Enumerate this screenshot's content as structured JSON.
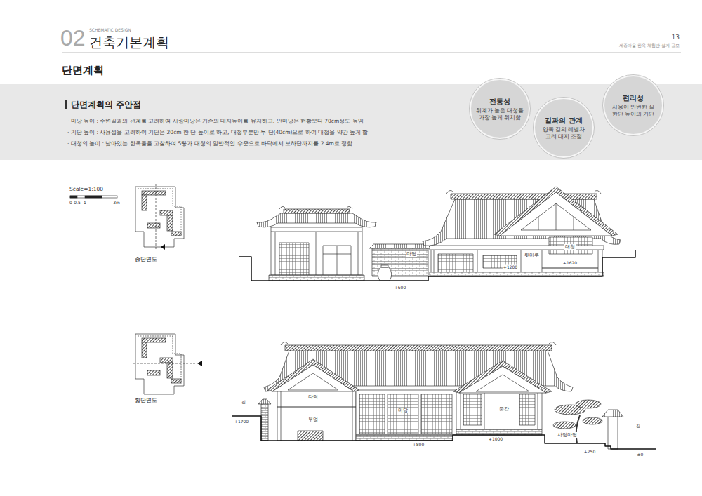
{
  "diagram": {
    "title": "건축기본계획",
    "nodes": [
      {
        "text": [
          "단면계획의 주안점",
          "· 마당 높이 : 주변길과의 관계를 고려하여 사랑마당은 기존의 대지높이를 유지하고, 안마당은 현황보다 70cm정도 높임",
          "· 기단 높이 : 사용성을 고려하여 기단은 20cm 한 단 높이로 하고, 대청부분만 두 단(40cm)으로 하여 대청을 약간 높게 함",
          "· 대청의 높이 : 남아있는 한옥들을 고찰하여 5량가 대청의 일반적인 수준으로 바닥에서 보하단까지를 2.4m로 정함"
        ]
      },
      {
        "text": [
          "전통성",
          "위계가 높은 대청을 가장 높게 위치함"
        ],
        "in": 0
      },
      {
        "text": [
          "길과의 관계",
          "양쪽 길의 레벨차 고려 대지 조절"
        ],
        "in": 0
      },
      {
        "text": [
          "편리성",
          "사용이 빈번한 실 한단 높이의 기단"
        ],
        "in": 0
      }
    ],
    "labels": [
      "02",
      "SCHEMATIC DESIGN",
      "13",
      "세종마을 한옥 체험관 설계 공모",
      "단면계획",
      "Scale=1:100",
      "0",
      "0.5",
      "1",
      "3m",
      "종단면도",
      "마당",
      "툇마루",
      "대청",
      "+1620",
      "+1200",
      "+600",
      "횡단면도",
      "길",
      "+1700",
      "다락",
      "부엌",
      "마당",
      "+800",
      "문간",
      "+1000",
      "사랑마당",
      "+250",
      "길",
      "±0"
    ]
  }
}
